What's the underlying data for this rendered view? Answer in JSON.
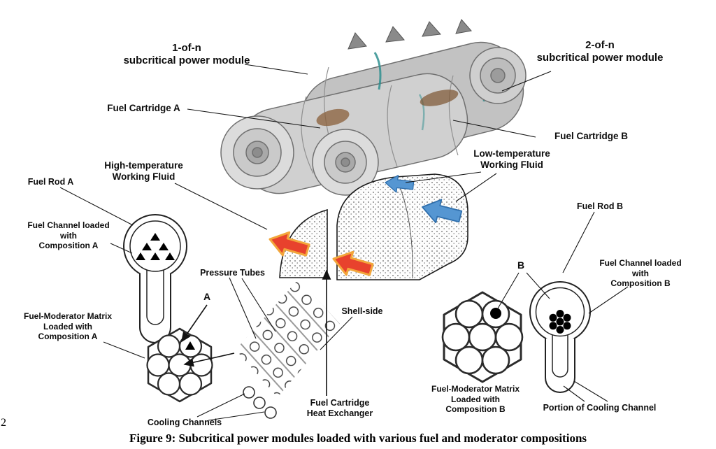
{
  "figure": {
    "caption": "Figure 9: Subcritical power modules loaded with various fuel and moderator compositions",
    "page_number": "2"
  },
  "labels": {
    "module_1": "1-of-n\nsubcritical power module",
    "module_2": "2-of-n\nsubcritical power module",
    "fuel_cartridge_a": "Fuel Cartridge A",
    "fuel_cartridge_b": "Fuel Cartridge B",
    "high_temp_fluid": "High-temperature\nWorking Fluid",
    "low_temp_fluid": "Low-temperature\nWorking Fluid",
    "fuel_rod_a": "Fuel Rod A",
    "fuel_rod_b": "Fuel Rod B",
    "fuel_channel_a": "Fuel Channel loaded\nwith\nComposition A",
    "fuel_channel_b": "Fuel Channel loaded\nwith\nComposition B",
    "pressure_tubes": "Pressure Tubes",
    "marker_a": "A",
    "marker_b": "B",
    "shell_side": "Shell-side",
    "fuel_moderator_matrix_a": "Fuel-Moderator Matrix\nLoaded with\nComposition A",
    "fuel_moderator_matrix_b": "Fuel-Moderator Matrix\nLoaded with\nComposition B",
    "cooling_channels": "Cooling Channels",
    "fuel_cartridge_heat_exchanger": "Fuel Cartridge\nHeat Exchanger",
    "portion_cooling_channel": "Portion of Cooling Channel"
  },
  "colors": {
    "hot_arrow_fill": "#e8422d",
    "hot_arrow_outline": "#f2a63b",
    "cold_arrow_fill": "#5596d2",
    "cold_arrow_outline": "#2f6fad",
    "leader_line": "#161616"
  }
}
